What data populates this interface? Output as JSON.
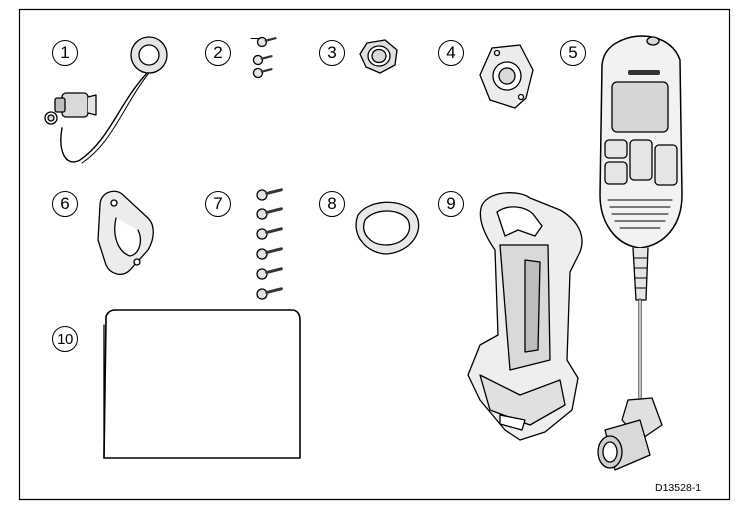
{
  "labels": [
    "1",
    "2",
    "3",
    "4",
    "5",
    "6",
    "7",
    "8",
    "9",
    "10"
  ],
  "reference": "D13528-1",
  "colors": {
    "line": "#000000",
    "fill": "#ffffff",
    "shade": "#d9d9d9",
    "dark": "#bdbdbd"
  }
}
